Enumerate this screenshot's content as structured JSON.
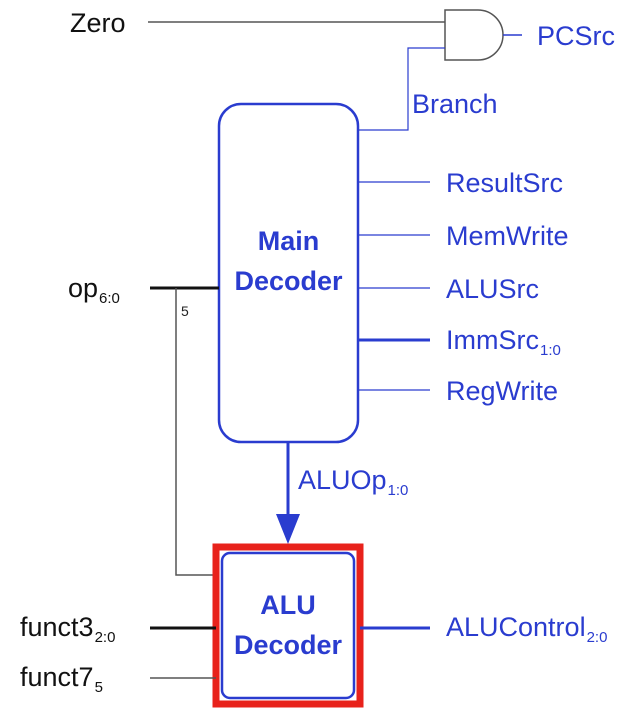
{
  "inputs": {
    "zero": "Zero",
    "op": {
      "base": "op",
      "sub": "6:0"
    },
    "funct3": {
      "base": "funct3",
      "sub": "2:0"
    },
    "funct7": {
      "base": "funct7",
      "sub": "5"
    },
    "op_bits": "5"
  },
  "main_decoder": {
    "line1": "Main",
    "line2": "Decoder"
  },
  "alu_decoder": {
    "line1": "ALU",
    "line2": "Decoder"
  },
  "outputs": {
    "pcsrc": "PCSrc",
    "branch": "Branch",
    "resultsrc": "ResultSrc",
    "memwrite": "MemWrite",
    "alusrc": "ALUSrc",
    "immsrc": {
      "base": "ImmSrc",
      "sub": "1:0"
    },
    "regwrite": "RegWrite",
    "aluop": {
      "base": "ALUOp",
      "sub": "1:0"
    },
    "alucontrol": {
      "base": "ALUControl",
      "sub": "2:0"
    }
  },
  "colors": {
    "signal_blue": "#2a3ccf",
    "wire_black": "#111111",
    "wire_gray": "#555555",
    "highlight_red": "#e8221b"
  }
}
